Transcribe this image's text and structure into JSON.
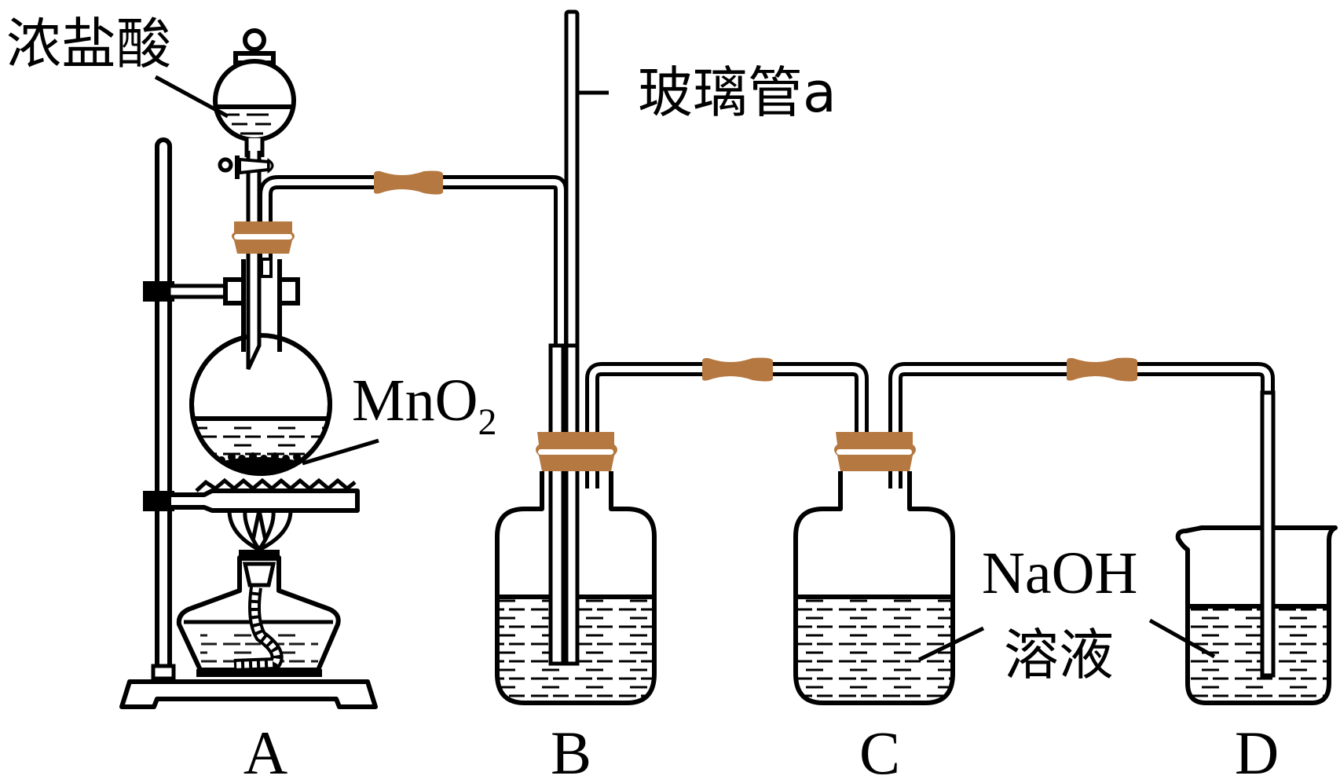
{
  "diagram": {
    "title": "Chlorine preparation apparatus",
    "labels": {
      "conc_hcl": "浓盐酸",
      "glass_tube": "玻璃管a",
      "mno2_main": "MnO",
      "mno2_sub": "2",
      "naoh_line1": "NaOH",
      "naoh_line2": "溶液"
    },
    "apparatus": [
      {
        "id": "A",
        "label": "A"
      },
      {
        "id": "B",
        "label": "B"
      },
      {
        "id": "C",
        "label": "C"
      },
      {
        "id": "D",
        "label": "D"
      }
    ],
    "colors": {
      "stroke": "#000000",
      "rubber": "#b57841",
      "background": "#ffffff"
    }
  }
}
